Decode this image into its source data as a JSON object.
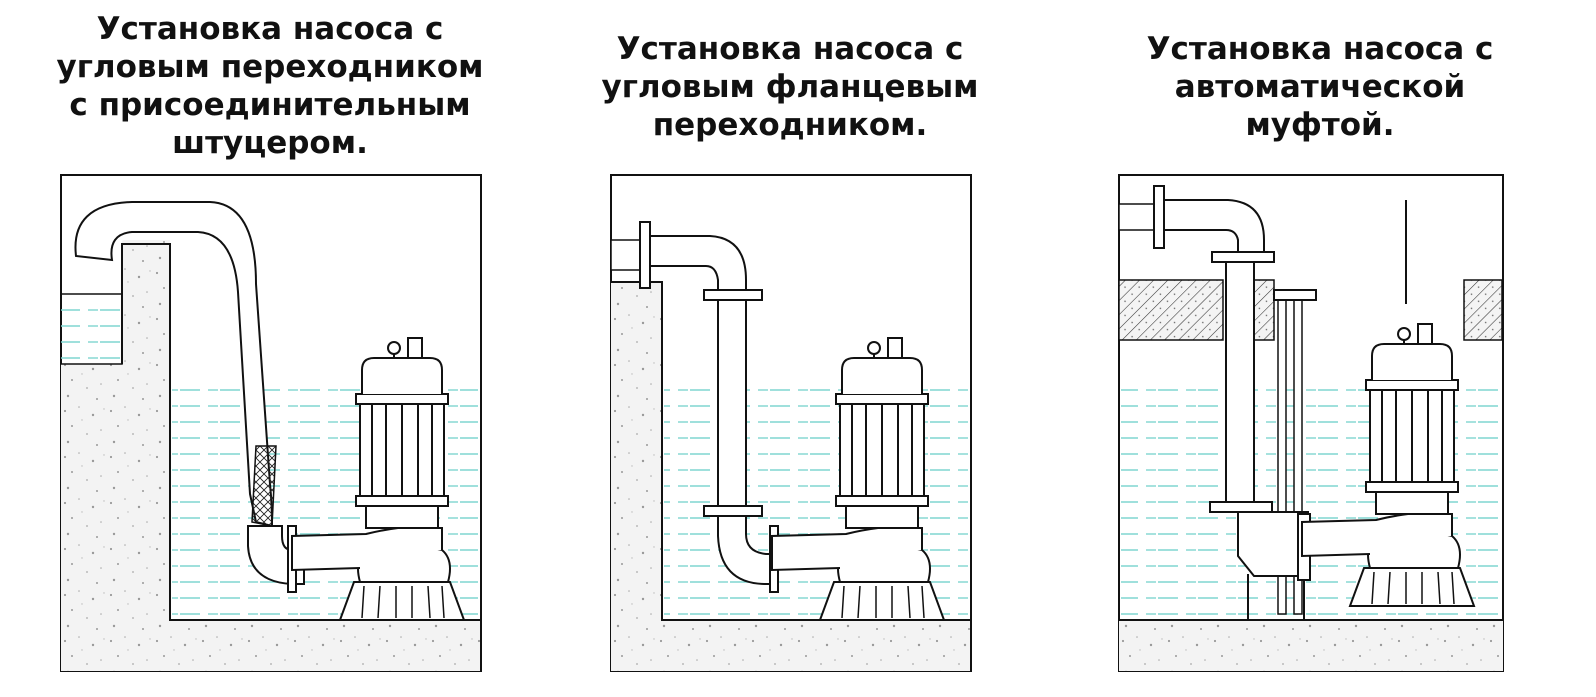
{
  "titles": {
    "panel1": "Установка насоса  с\nугловым переходником\nс присоединительным\nштуцером.",
    "panel2": "Установка насоса с\nугловым фланцевым\nпереходником.",
    "panel3": "Установка насоса с\nавтоматической\nмуфтой."
  },
  "colors": {
    "line": "#111111",
    "water": "#7fd6d0",
    "concrete": "#f1f1f1",
    "speckle": "#9a9a9a"
  }
}
